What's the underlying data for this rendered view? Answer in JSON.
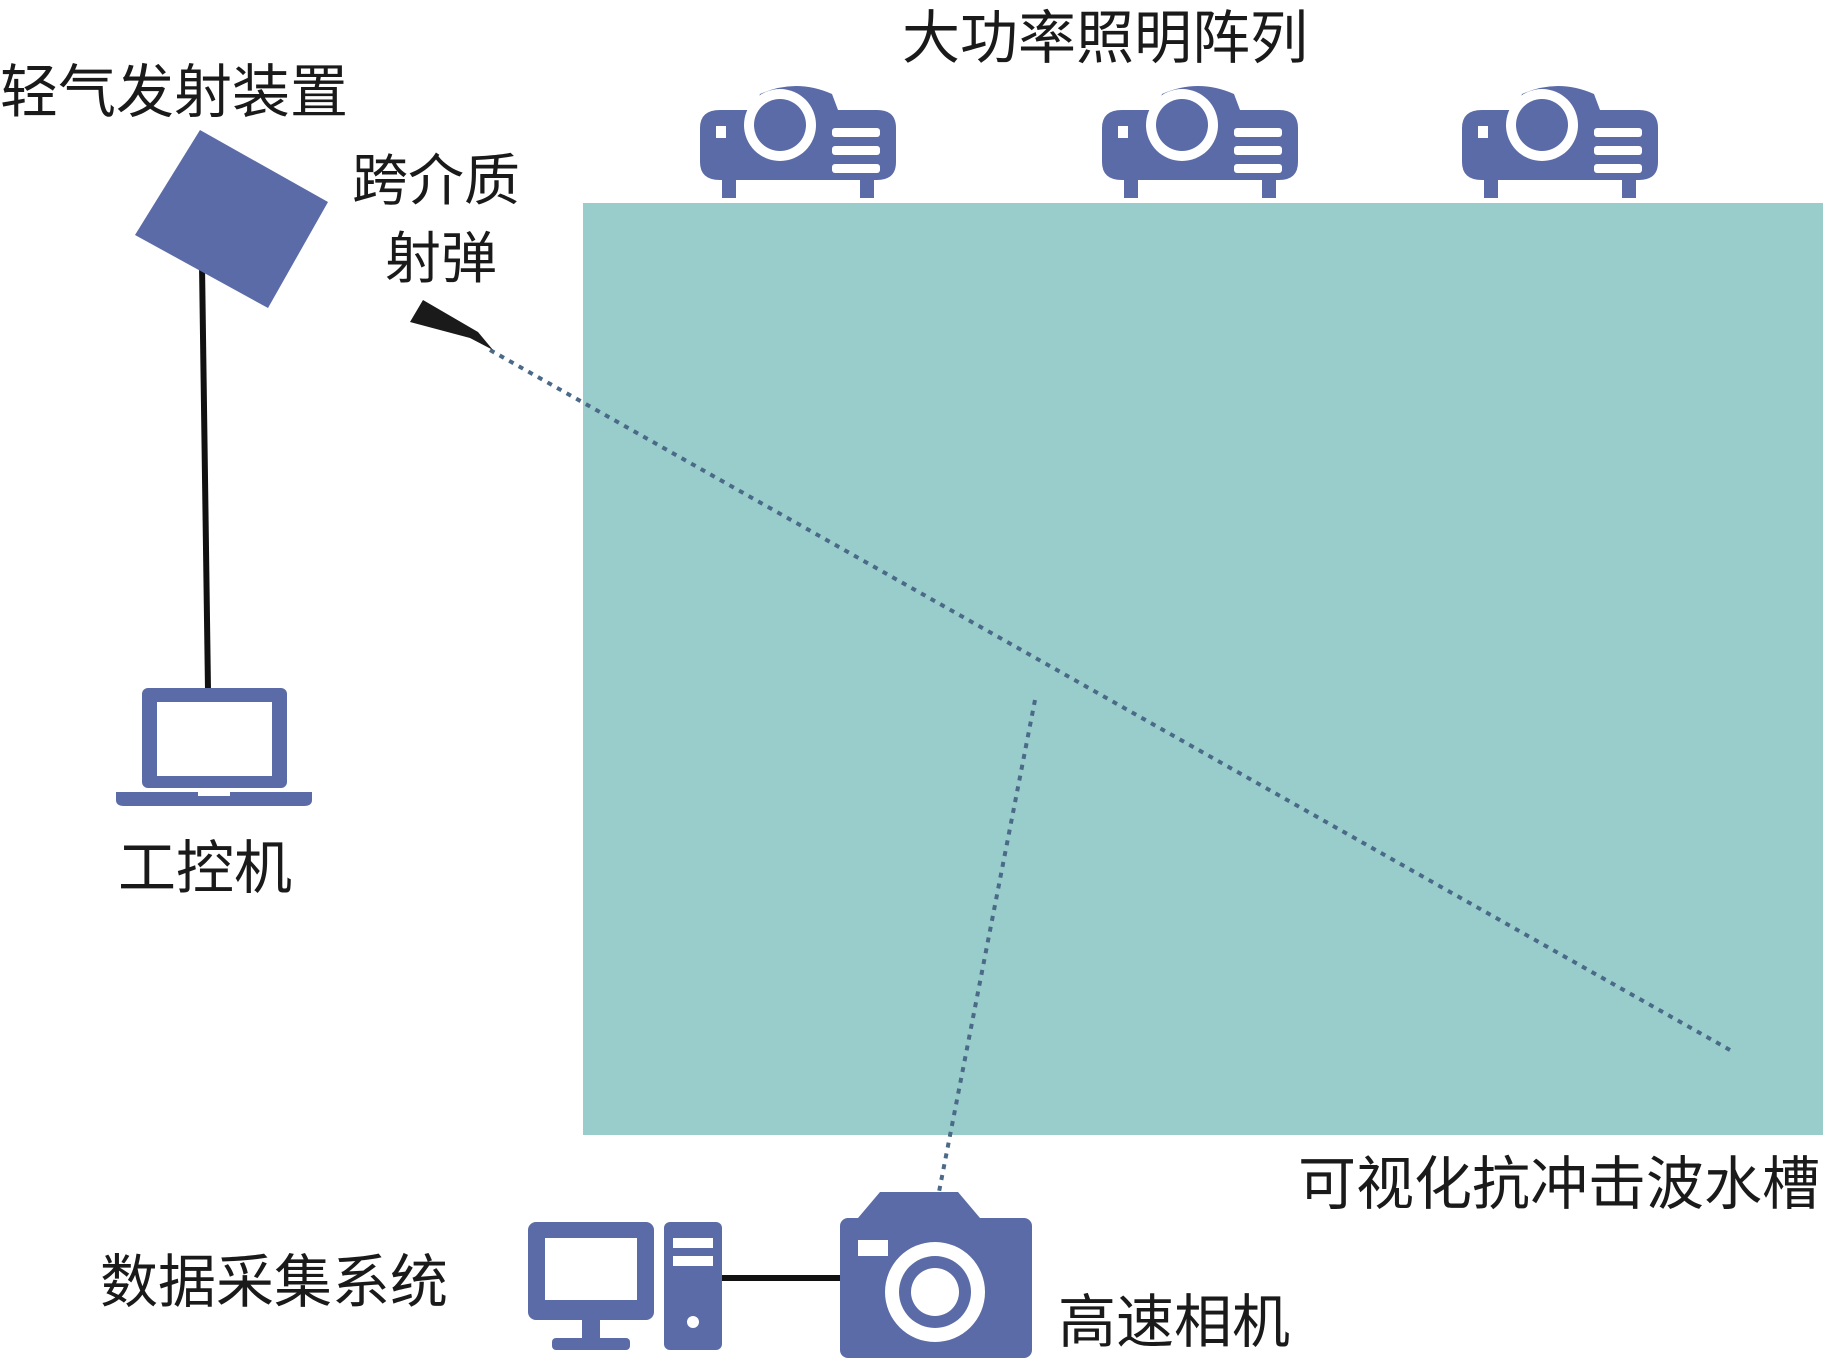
{
  "labels": {
    "launcher": "轻气发射装置",
    "projectile_line1": "跨介质",
    "projectile_line2": "射弹",
    "lighting_array": "大功率照明阵列",
    "ipc": "工控机",
    "water_tank": "可视化抗冲击波水槽",
    "daq_system": "数据采集系统",
    "high_speed_camera": "高速相机"
  },
  "icons": {
    "launcher": "launcher-box-icon",
    "projectile": "projectile-icon",
    "lamp": "projector-lamp-icon",
    "laptop": "laptop-icon",
    "desktop": "desktop-computer-icon",
    "camera": "camera-icon"
  },
  "colors": {
    "icon_blue": "#5b6ba7",
    "water": "#99cdcc",
    "trajectory": "#4a6a88",
    "cable": "#111111",
    "projectile": "#1a1a1a"
  }
}
